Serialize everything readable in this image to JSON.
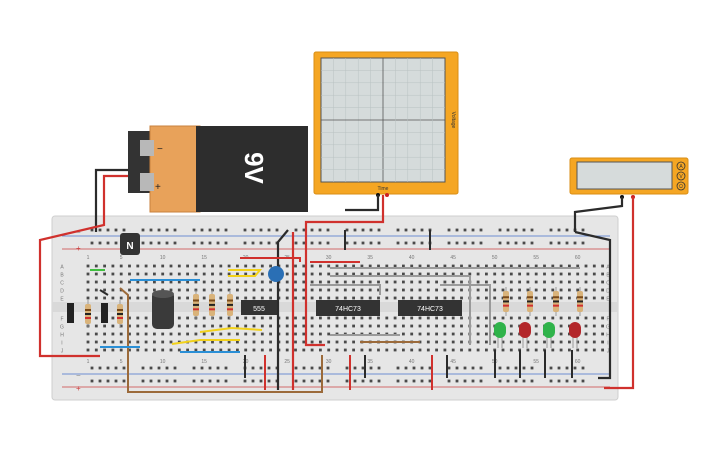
{
  "battery": {
    "voltage_label": "9V",
    "minus_symbol": "−",
    "plus_symbol": "+"
  },
  "oscilloscope": {
    "x_axis_label": "Time",
    "y_axis_label": "Voltage"
  },
  "transistor": {
    "type_label": "N"
  },
  "chips": [
    {
      "label": "555"
    },
    {
      "label": "74HC73"
    },
    {
      "label": "74HC73"
    }
  ],
  "multimeter": {
    "mode_buttons": [
      "A",
      "V",
      "Ω"
    ]
  },
  "breadboard": {
    "row_letters_top": [
      "A",
      "B",
      "C",
      "D",
      "E"
    ],
    "row_letters_bottom": [
      "F",
      "G",
      "H",
      "I",
      "J"
    ],
    "column_numbers": [
      "1",
      "5",
      "10",
      "15",
      "20",
      "25",
      "30",
      "35",
      "40",
      "45",
      "50",
      "55",
      "60"
    ],
    "rail_minus": "−",
    "rail_plus": "+"
  },
  "colors": {
    "board": "#e8e8e8",
    "scope_frame": "#f5a623",
    "battery_orange": "#e8a25a",
    "battery_black": "#2d2d2d",
    "wire_red": "#d0312d",
    "wire_black": "#2b2b2b",
    "wire_blue": "#2a8fd6",
    "wire_yellow": "#f2d21b",
    "wire_green": "#3fbf3f",
    "wire_gray": "#9a9a9a",
    "wire_brown": "#9b6a3a",
    "led_green": "#2fb34a",
    "led_red": "#b3262a"
  }
}
